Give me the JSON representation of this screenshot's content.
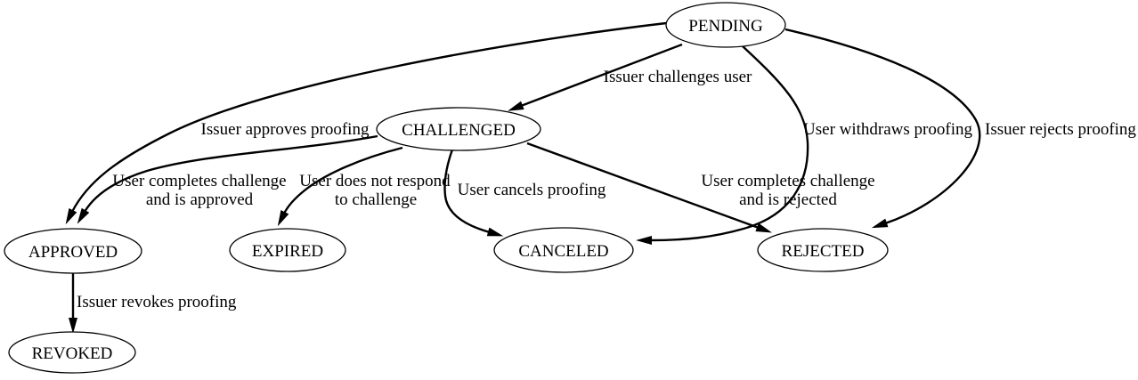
{
  "diagram": {
    "background_color": "#ffffff",
    "line_color": "#000000",
    "nodes": {
      "pending": {
        "label": "PENDING"
      },
      "challenged": {
        "label": "CHALLENGED"
      },
      "approved": {
        "label": "APPROVED"
      },
      "expired": {
        "label": "EXPIRED"
      },
      "canceled": {
        "label": "CANCELED"
      },
      "rejected": {
        "label": "REJECTED"
      },
      "revoked": {
        "label": "REVOKED"
      }
    },
    "edges": {
      "pending_to_challenged": {
        "from": "PENDING",
        "to": "CHALLENGED",
        "label": "Issuer challenges user"
      },
      "pending_to_approved": {
        "from": "PENDING",
        "to": "APPROVED",
        "label": "Issuer approves proofing"
      },
      "pending_to_canceled": {
        "from": "PENDING",
        "to": "CANCELED",
        "label": "User withdraws proofing"
      },
      "pending_to_rejected": {
        "from": "PENDING",
        "to": "REJECTED",
        "label": "Issuer rejects proofing"
      },
      "challenged_to_approved": {
        "from": "CHALLENGED",
        "to": "APPROVED",
        "label_line1": "User completes challenge",
        "label_line2": "and is approved"
      },
      "challenged_to_expired": {
        "from": "CHALLENGED",
        "to": "EXPIRED",
        "label_line1": "User does not respond",
        "label_line2": "to challenge"
      },
      "challenged_to_canceled": {
        "from": "CHALLENGED",
        "to": "CANCELED",
        "label": "User cancels proofing"
      },
      "challenged_to_rejected": {
        "from": "CHALLENGED",
        "to": "REJECTED",
        "label_line1": "User completes challenge",
        "label_line2": "and is rejected"
      },
      "approved_to_revoked": {
        "from": "APPROVED",
        "to": "REVOKED",
        "label": "Issuer revokes proofing"
      }
    }
  }
}
